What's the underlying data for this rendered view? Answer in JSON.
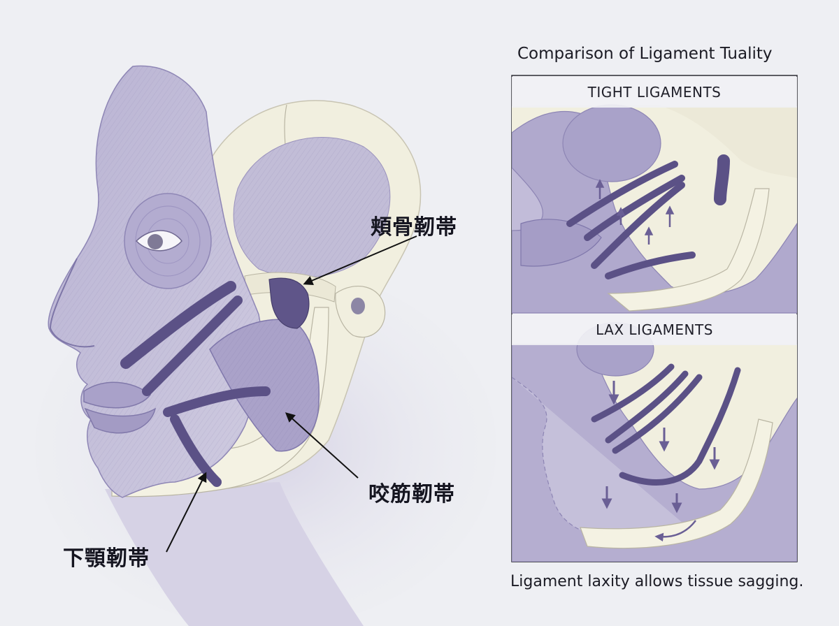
{
  "labels": {
    "zygomatic": "頬骨靭帯",
    "masseteric": "咬筋靭帯",
    "mandibular": "下顎靭帯"
  },
  "comparison": {
    "title": "Comparison of Ligament Tuality",
    "tight_heading": "TIGHT LIGAMENTS",
    "lax_heading": "LAX LIGAMENTS",
    "caption": "Ligament laxity allows tissue sagging."
  },
  "colors": {
    "background": "#eeeff3",
    "muscle": "#a59cc2",
    "ligament": "#5b5186",
    "bone": "#f1efdf",
    "arrow": "#6a5f95"
  }
}
